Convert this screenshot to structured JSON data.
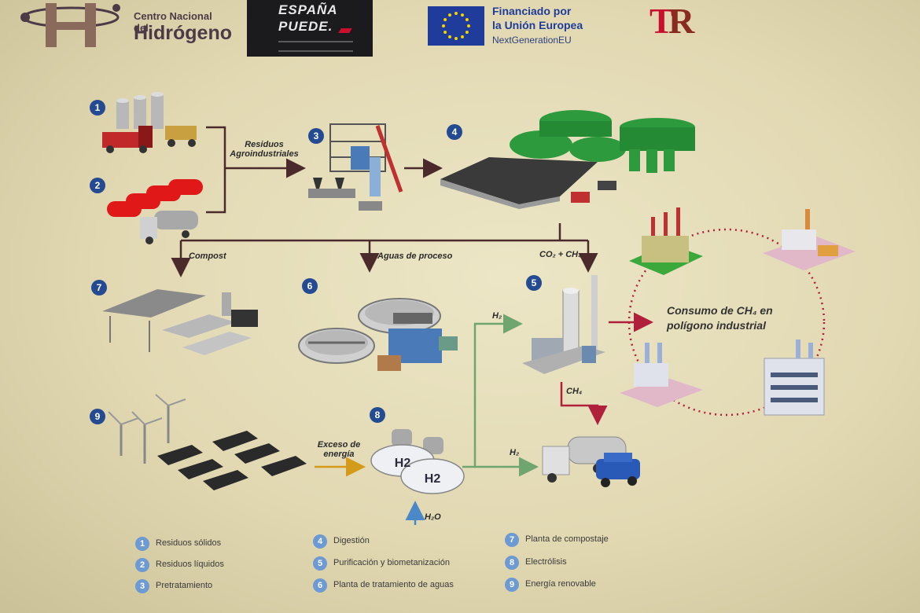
{
  "logos": {
    "cnh_small": "Centro Nacional del",
    "cnh_big": "Hidrógeno",
    "espana_1": "ESPAÑA",
    "espana_2": "PUEDE.",
    "eu_1": "Financiado por",
    "eu_2": "la Unión Europea",
    "eu_3": "NextGenerationEU",
    "tr_1": "T",
    "tr_2": "R"
  },
  "steps": {
    "s1": "1",
    "s2": "2",
    "s3": "3",
    "s4": "4",
    "s5": "5",
    "s6": "6",
    "s7": "7",
    "s8": "8",
    "s9": "9"
  },
  "flow_labels": {
    "residuos_1": "Residuos",
    "residuos_2": "Agroindustriales",
    "compost": "Compost",
    "aguas": "Aguas de proceso",
    "co2_ch4": "CO₂ + CH₄",
    "h2_top": "H₂",
    "h2_bottom": "H₂",
    "ch4": "CH₄",
    "exceso_1": "Exceso de",
    "exceso_2": "energía",
    "h2o": "H₂O",
    "h2_tank_1": "H2",
    "h2_tank_2": "H2"
  },
  "consumo": {
    "line1": "Consumo de CH₄ en",
    "line2": "polígono industrial"
  },
  "legend": [
    {
      "num": "1",
      "label": "Residuos sólidos"
    },
    {
      "num": "2",
      "label": "Residuos líquidos"
    },
    {
      "num": "3",
      "label": "Pretratamiento"
    },
    {
      "num": "4",
      "label": "Digestión"
    },
    {
      "num": "5",
      "label": "Purificación y biometanización"
    },
    {
      "num": "6",
      "label": "Planta de tratamiento de aguas"
    },
    {
      "num": "7",
      "label": "Planta de compostaje"
    },
    {
      "num": "8",
      "label": "Electrólisis"
    },
    {
      "num": "9",
      "label": "Energía renovable"
    }
  ],
  "colors": {
    "badge": "#244a92",
    "legend_badge": "#6d9ad2",
    "digester_green": "#2e9a3e",
    "ch4_arrow": "#b0203a",
    "h2_arrow": "#6fa66f",
    "energy_arrow": "#d49a1a"
  }
}
